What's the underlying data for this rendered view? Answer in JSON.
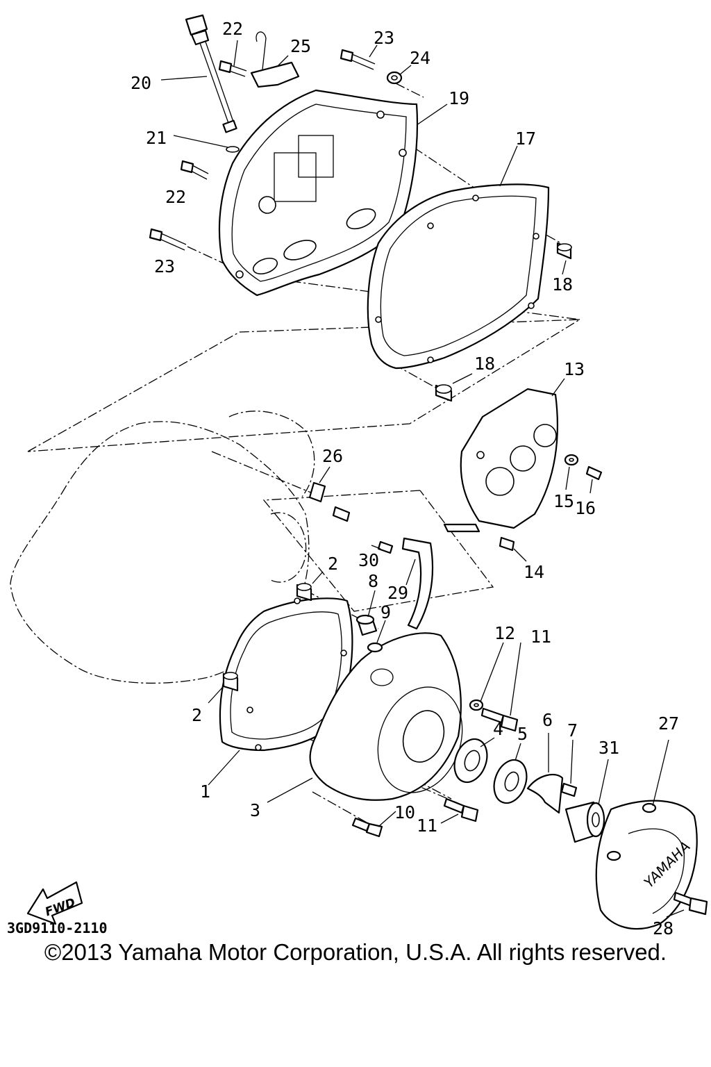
{
  "diagram": {
    "callouts": [
      {
        "id": "c1",
        "text": "1"
      },
      {
        "id": "c2a",
        "text": "2"
      },
      {
        "id": "c2b",
        "text": "2"
      },
      {
        "id": "c3",
        "text": "3"
      },
      {
        "id": "c4",
        "text": "4"
      },
      {
        "id": "c5",
        "text": "5"
      },
      {
        "id": "c6",
        "text": "6"
      },
      {
        "id": "c7",
        "text": "7"
      },
      {
        "id": "c8",
        "text": "8"
      },
      {
        "id": "c9",
        "text": "9"
      },
      {
        "id": "c10",
        "text": "10"
      },
      {
        "id": "c11a",
        "text": "11"
      },
      {
        "id": "c11b",
        "text": "11"
      },
      {
        "id": "c12",
        "text": "12"
      },
      {
        "id": "c13",
        "text": "13"
      },
      {
        "id": "c14",
        "text": "14"
      },
      {
        "id": "c15",
        "text": "15"
      },
      {
        "id": "c16",
        "text": "16"
      },
      {
        "id": "c17",
        "text": "17"
      },
      {
        "id": "c18a",
        "text": "18"
      },
      {
        "id": "c18b",
        "text": "18"
      },
      {
        "id": "c19",
        "text": "19"
      },
      {
        "id": "c20",
        "text": "20"
      },
      {
        "id": "c21",
        "text": "21"
      },
      {
        "id": "c22a",
        "text": "22"
      },
      {
        "id": "c22b",
        "text": "22"
      },
      {
        "id": "c23a",
        "text": "23"
      },
      {
        "id": "c23b",
        "text": "23"
      },
      {
        "id": "c24",
        "text": "24"
      },
      {
        "id": "c25",
        "text": "25"
      },
      {
        "id": "c26",
        "text": "26"
      },
      {
        "id": "c27",
        "text": "27"
      },
      {
        "id": "c28",
        "text": "28"
      },
      {
        "id": "c29",
        "text": "29"
      },
      {
        "id": "c30",
        "text": "30"
      },
      {
        "id": "c31",
        "text": "31"
      }
    ],
    "fwd_label": "FWD",
    "cover_brand": "YAMAHA",
    "drawing_code": "3GD9110-2110"
  },
  "copyright": "©2013 Yamaha Motor Corporation, U.S.A. All rights reserved."
}
